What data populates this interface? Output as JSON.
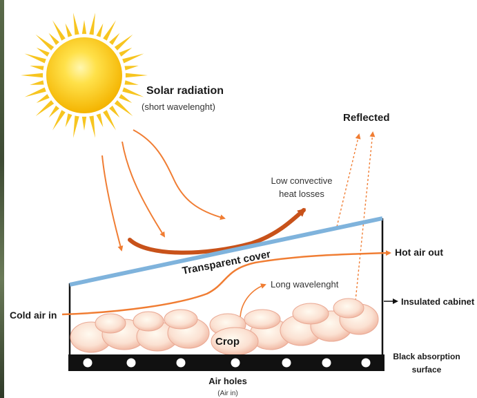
{
  "labels": {
    "solar_radiation": "Solar radiation",
    "short_wavelength": "(short wavelenght)",
    "reflected": "Reflected",
    "low_convective_line1": "Low convective",
    "low_convective_line2": "heat losses",
    "transparent_cover": "Transparent cover",
    "hot_air_out": "Hot air out",
    "long_wavelength": "Long wavelenght",
    "insulated_cabinet": "Insulated cabinet",
    "cold_air_in": "Cold air in",
    "crop": "Crop",
    "black_absorption_line1": "Black absorption",
    "black_absorption_line2": "surface",
    "air_holes": "Air holes",
    "air_in": "(Air in)"
  },
  "colors": {
    "sun_core": "#ffd21a",
    "sun_rays": "#f7c520",
    "arrow_orange": "#f07d33",
    "cover_blue": "#7fb3dc",
    "heat_arrow": "#c8521a",
    "base_black": "#111111",
    "crop_fill": "#fbd7c8"
  },
  "icons": {
    "sun": "sun-icon",
    "air_hole": "air-hole-icon",
    "crop_slice": "crop-slice-icon"
  }
}
